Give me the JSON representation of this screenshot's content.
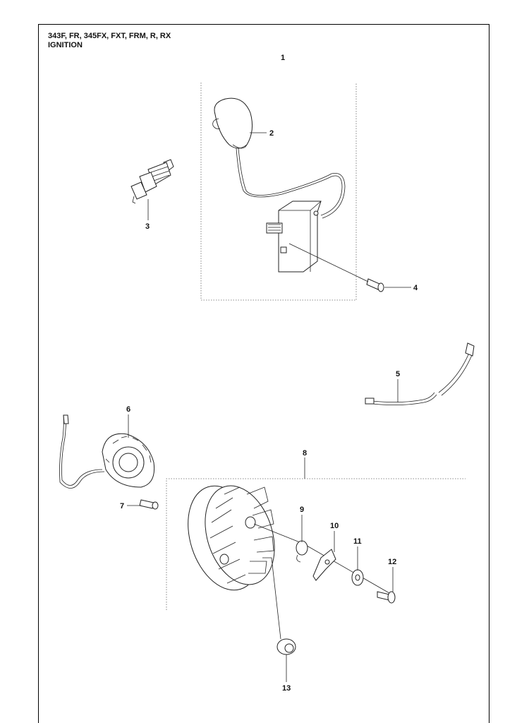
{
  "header": {
    "models": "343F, FR, 345FX, FXT, FRM, R, RX",
    "section": "IGNITION"
  },
  "callouts": [
    "1",
    "2",
    "3",
    "4",
    "5",
    "6",
    "7",
    "8",
    "9",
    "10",
    "11",
    "12",
    "13"
  ],
  "colors": {
    "line": "#222222",
    "text": "#111111",
    "background": "#ffffff"
  }
}
